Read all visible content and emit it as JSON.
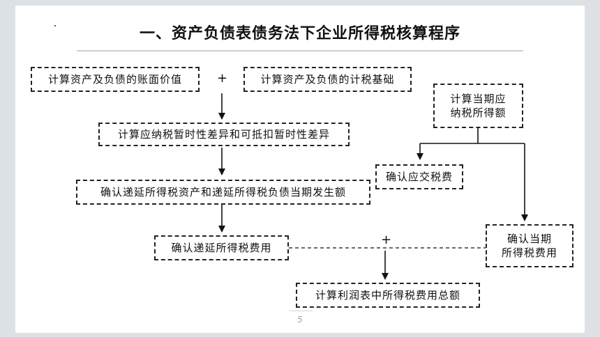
{
  "title": "一、资产负债表债务法下企业所得税核算程序",
  "boxes": {
    "book_value": "计算资产及负债的账面价值",
    "tax_base": "计算资产及负债的计税基础",
    "temp_diff": "计算应纳税暂时性差异和可抵扣暂时性差异",
    "deferred": "确认递延所得税资产和递延所得税负债当期发生额",
    "deferred_expense": "确认递延所得税费用",
    "current_payable_l1": "计算当期应",
    "current_payable_l2": "纳税所得额",
    "tax_payable": "确认应交税费",
    "current_expense_l1": "确认当期",
    "current_expense_l2": "所得税费用",
    "total": "计算利润表中所得税费用总额"
  },
  "operators": {
    "plus_top": "+",
    "plus_bottom": "+"
  },
  "page_number": "5"
}
